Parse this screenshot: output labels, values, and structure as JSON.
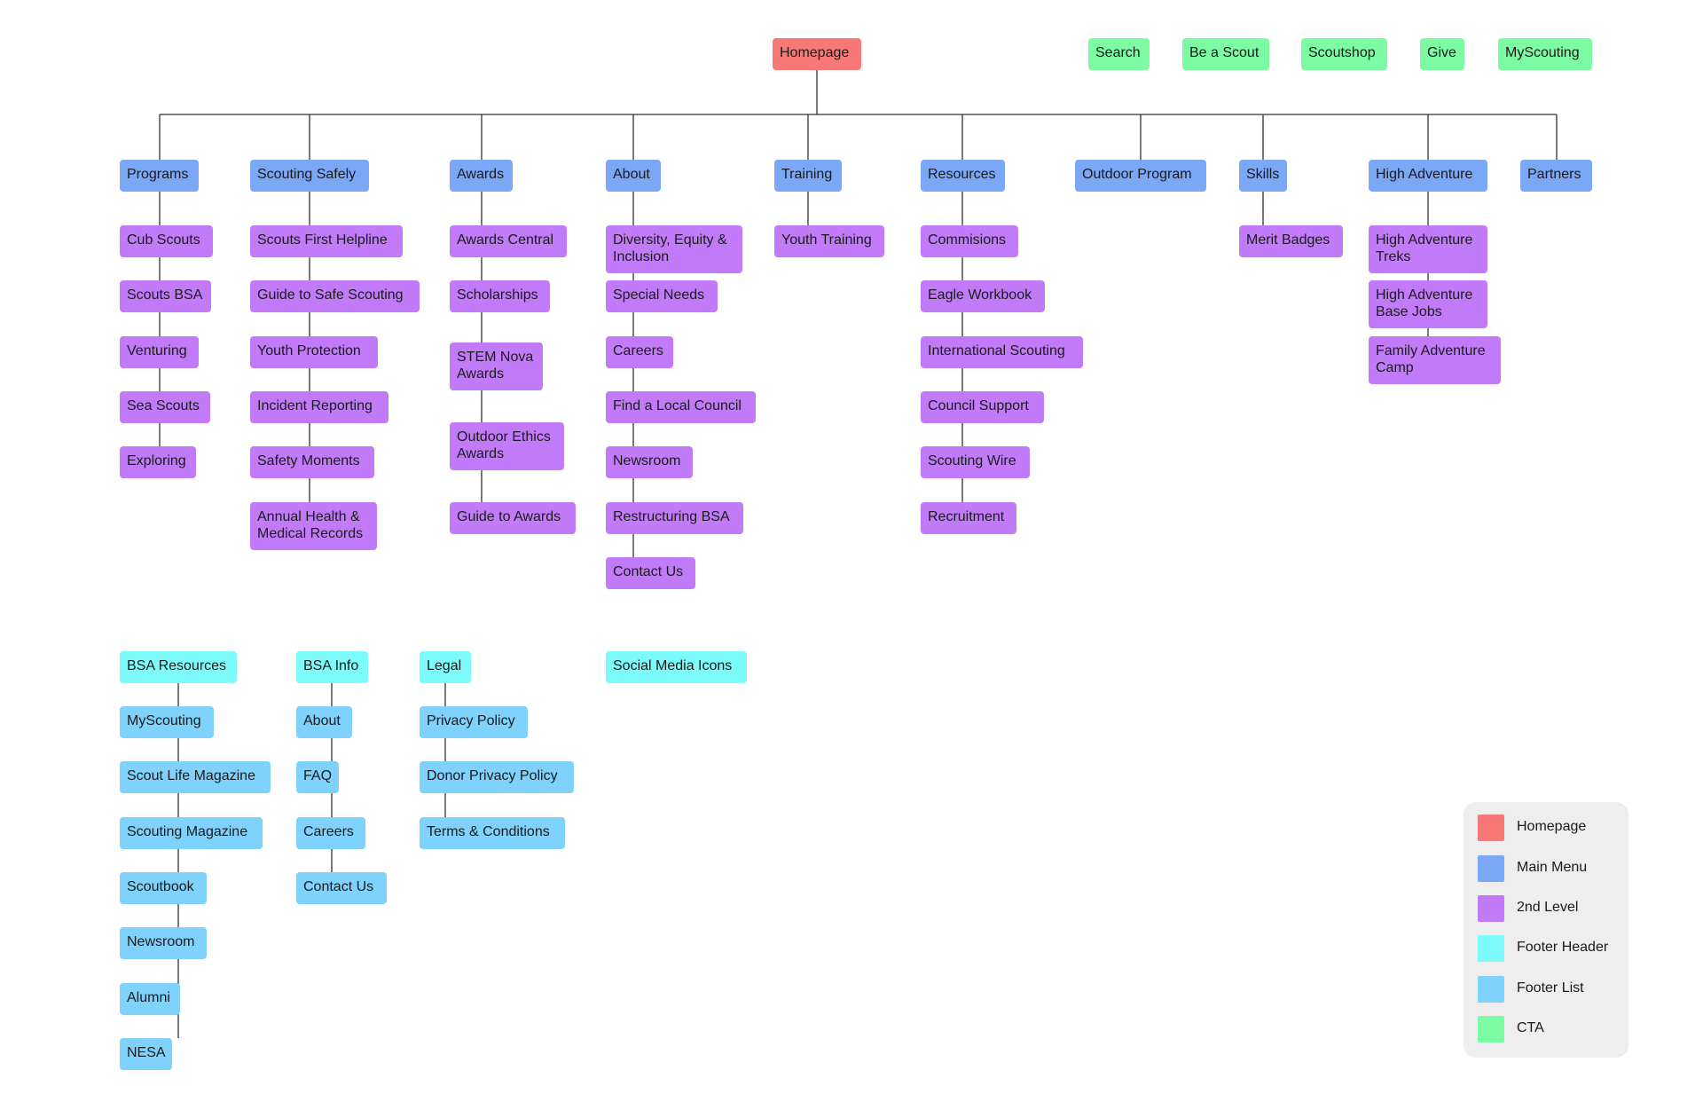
{
  "colors": {
    "home": "#f87878",
    "main": "#7ba7f7",
    "second": "#c27bf8",
    "footer_header": "#7dfbfb",
    "footer_list": "#7ed2fb",
    "cta": "#7dfba4",
    "connector": "#333333"
  },
  "homepage": {
    "label": "Homepage"
  },
  "cta": [
    "Search",
    "Be a Scout",
    "Scoutshop",
    "Give",
    "MyScouting"
  ],
  "main_menu": [
    {
      "label": "Programs",
      "children": [
        "Cub Scouts",
        "Scouts BSA",
        "Venturing",
        "Sea Scouts",
        "Exploring"
      ]
    },
    {
      "label": "Scouting Safely",
      "children": [
        "Scouts First Helpline",
        "Guide to Safe Scouting",
        "Youth Protection",
        "Incident Reporting",
        "Safety Moments",
        "Annual Health & Medical Records"
      ]
    },
    {
      "label": "Awards",
      "children": [
        "Awards Central",
        "Scholarships",
        "STEM Nova Awards",
        "Outdoor Ethics Awards",
        "Guide to Awards"
      ]
    },
    {
      "label": "About",
      "children": [
        "Diversity, Equity & Inclusion",
        "Special Needs",
        "Careers",
        "Find a Local Council",
        "Newsroom",
        "Restructuring BSA",
        "Contact Us"
      ]
    },
    {
      "label": "Training",
      "children": [
        "Youth Training"
      ]
    },
    {
      "label": "Resources",
      "children": [
        "Commisions",
        "Eagle Workbook",
        "International Scouting",
        "Council Support",
        "Scouting Wire",
        "Recruitment"
      ]
    },
    {
      "label": "Outdoor Program",
      "children": []
    },
    {
      "label": "Skills",
      "children": [
        "Merit Badges"
      ]
    },
    {
      "label": "High Adventure",
      "children": [
        "High Adventure Treks",
        "High Adventure Base Jobs",
        "Family Adventure Camp"
      ]
    },
    {
      "label": "Partners",
      "children": []
    }
  ],
  "footer": [
    {
      "label": "BSA Resources",
      "children": [
        "MyScouting",
        "Scout Life Magazine",
        "Scouting Magazine",
        "Scoutbook",
        "Newsroom",
        "Alumni",
        "NESA"
      ]
    },
    {
      "label": "BSA Info",
      "children": [
        "About",
        "FAQ",
        "Careers",
        "Contact Us"
      ]
    },
    {
      "label": "Legal",
      "children": [
        "Privacy Policy",
        "Donor Privacy Policy",
        "Terms & Conditions"
      ]
    },
    {
      "label": "Social Media Icons",
      "children": []
    }
  ],
  "legend": [
    {
      "label": "Homepage",
      "color": "#f87878"
    },
    {
      "label": "Main Menu",
      "color": "#7ba7f7"
    },
    {
      "label": "2nd Level",
      "color": "#c27bf8"
    },
    {
      "label": "Footer Header",
      "color": "#7dfbfb"
    },
    {
      "label": "Footer List",
      "color": "#7ed2fb"
    },
    {
      "label": "CTA",
      "color": "#7dfba4"
    }
  ]
}
